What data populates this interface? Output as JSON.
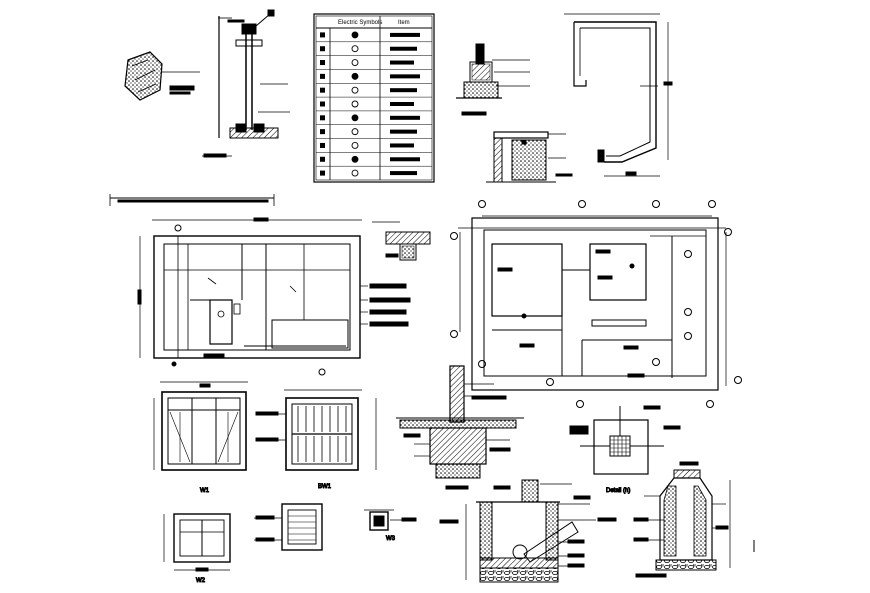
{
  "legend": {
    "header_symbols": "Electric Symbols",
    "header_item": "Item",
    "rows": [
      {
        "symbol": "switch-symbol"
      },
      {
        "symbol": "fan-symbol"
      },
      {
        "symbol": "bell-symbol"
      },
      {
        "symbol": "socket-symbol"
      },
      {
        "symbol": "plug-symbol"
      },
      {
        "symbol": "meter-symbol"
      },
      {
        "symbol": "light-symbol"
      },
      {
        "symbol": "exhaust-symbol"
      },
      {
        "symbol": "db-symbol"
      },
      {
        "symbol": "point-symbol"
      },
      {
        "symbol": "cable-symbol"
      }
    ]
  },
  "labels": {
    "window_w1": "W1",
    "window_bw1": "BW1",
    "window_w2": "W2",
    "window_w3": "W3",
    "detail_label": "Detail (h)"
  },
  "colors": {
    "line": "#000000",
    "paper": "#ffffff"
  }
}
